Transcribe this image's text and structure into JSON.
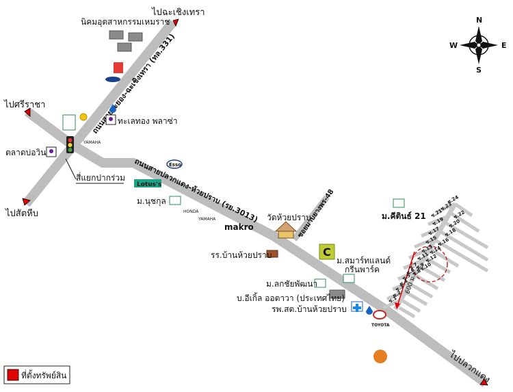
{
  "directions": {
    "chachoengsao": "ไปฉะเชิงเทรา",
    "sriracha": "ไปศรีราชา",
    "sattahip": "ไปสัตหีบ",
    "pluak_daeng": "ไปปลวกแดง"
  },
  "roads": {
    "road_331": "ถนนสายระยอง-ฉะเชิงเทรา (ทล.331)",
    "road_3013": "ถนนสายปลวกแดง-ห้วยปราบ (รย.3013)",
    "road_48": "ซอยมาบยางพร-48",
    "junction": "สี่แยกปากร่วม"
  },
  "places": {
    "industrial": "นิคมอุตสาหกรรมเหมราช",
    "tasetong": "ทะเลทอง พลาซ่า",
    "market": "ตลาดบ่อวิน",
    "nuchakol": "ม.นุชกุล",
    "temple": "วัดห้วยปราบ",
    "school": "รร.บ้านห้วยปราบ",
    "smartland_1": "ม.สมาร์ทแลนด์",
    "smartland_2": "กรีนพาร์ค",
    "lakchaipattana": "ม.ลกชัยพัฒนา",
    "eagle": "บ.อีเกิ้ล ออตาวา (ประเทศไทย)",
    "hospital": "รพ.สต.บ้านห้วยปราบ",
    "kiti21": "ม.คีตินธ์ 21"
  },
  "brands": {
    "esso": "Esso",
    "lotus": "Lotus's",
    "makro": "makro",
    "toyota": "TOYOTA",
    "yamaha": "YAMAHA",
    "honda": "HONDA"
  },
  "compass": {
    "n": "N",
    "s": "S",
    "e": "E",
    "w": "W"
  },
  "distance": "600 ม.",
  "sois": [
    "ซ.1",
    "ซ.2",
    "ซ.3",
    "ซ.4",
    "ซ.5",
    "ซ.6",
    "ซ.7",
    "ซ.8",
    "ซ.9",
    "ซ.10",
    "ซ.11",
    "ซ.12",
    "ซ.13",
    "ซ.14",
    "ซ.15",
    "ซ.16",
    "ซ.17",
    "ซ.18",
    "ซ.19",
    "ซ.20",
    "ซ.21",
    "ซ.22",
    "ซ.23",
    "ซ.24"
  ],
  "legend": {
    "label": "ที่ตั้งทรัพย์สิน",
    "color": "#e00000"
  },
  "colors": {
    "road": "#bdbdbd",
    "arrow": "#e00000",
    "accent_red": "#e02020",
    "green": "#2e8b57"
  }
}
